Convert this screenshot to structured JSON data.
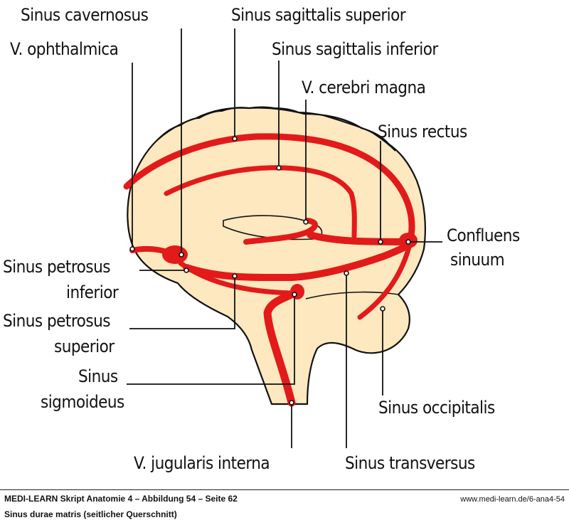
{
  "colors": {
    "brain_fill": "#fde8bf",
    "vessel_red": "#e21a1a",
    "outline": "#111111",
    "text": "#111111"
  },
  "labels": {
    "sinus_cavernosus": "Sinus cavernosus",
    "sinus_sagittalis_superior": "Sinus sagittalis superior",
    "v_ophthalmica": "V. ophthalmica",
    "sinus_sagittalis_inferior": "Sinus sagittalis inferior",
    "v_cerebri_magna": "V. cerebri magna",
    "sinus_rectus": "Sinus rectus",
    "confluens_sinuum_line1": "Confluens",
    "confluens_sinuum_line2": "sinuum",
    "sinus_petrosus_inferior_line1": "Sinus petrosus",
    "sinus_petrosus_inferior_line2": "inferior",
    "sinus_petrosus_superior_line1": "Sinus petrosus",
    "sinus_petrosus_superior_line2": "superior",
    "sinus_sigmoideus_line1": "Sinus",
    "sinus_sigmoideus_line2": "sigmoideus",
    "sinus_occipitalis": "Sinus occipitalis",
    "v_jugularis_interna": "V. jugularis interna",
    "sinus_transversus": "Sinus transversus"
  },
  "footer": {
    "source": "MEDI-LEARN Skript Anatomie 4 – Abbildung 54 – Seite 62",
    "caption": "Sinus durae matris (seitlicher Querschnitt)",
    "url": "www.medi-learn.de/6-ana4-54"
  }
}
